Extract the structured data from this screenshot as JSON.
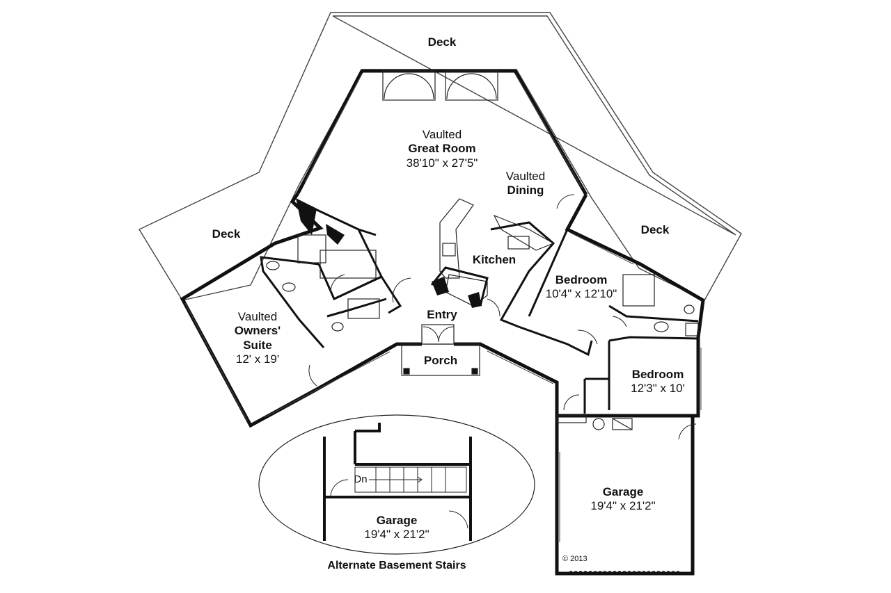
{
  "decks": {
    "top": "Deck",
    "left": "Deck",
    "right": "Deck"
  },
  "rooms": {
    "great_room": {
      "prefix": "Vaulted",
      "name": "Great Room",
      "size": "38'10\" x 27'5\""
    },
    "dining": {
      "prefix": "Vaulted",
      "name": "Dining"
    },
    "kitchen": {
      "name": "Kitchen"
    },
    "owners_suite": {
      "prefix": "Vaulted",
      "name_line1": "Owners'",
      "name_line2": "Suite",
      "size": "12' x 19'"
    },
    "entry": {
      "name": "Entry"
    },
    "porch": {
      "name": "Porch"
    },
    "bedroom_1": {
      "name": "Bedroom",
      "size": "10'4\" x 12'10\""
    },
    "bedroom_2": {
      "name": "Bedroom",
      "size": "12'3\" x 10'"
    },
    "garage": {
      "name": "Garage",
      "size": "19'4\" x 21'2\""
    }
  },
  "inset": {
    "stair_label": "Dn",
    "garage_name": "Garage",
    "garage_size": "19'4\" x 21'2\"",
    "caption": "Alternate Basement Stairs"
  },
  "copyright": "© 2013",
  "colors": {
    "wall": "#111111",
    "line": "#444444",
    "background": "#ffffff"
  }
}
